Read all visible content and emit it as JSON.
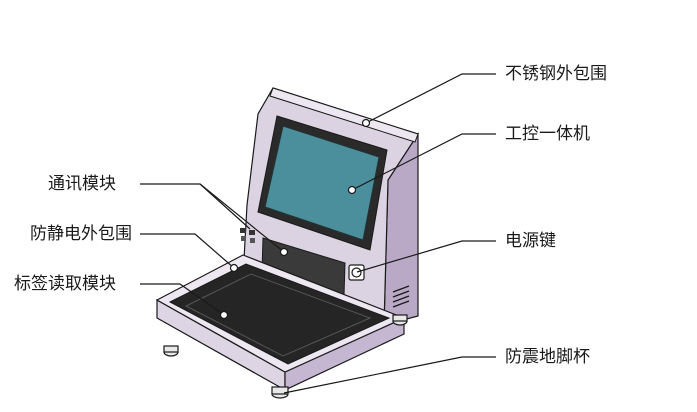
{
  "labels": {
    "stainless_housing": "不锈钢外包围",
    "industrial_pc": "工控一体机",
    "comm_module": "通讯模块",
    "antistatic_housing": "防静电外包围",
    "power_key": "电源键",
    "tag_reader_module": "标签读取模块",
    "anti_vibration_feet": "防震地脚杯"
  },
  "colors": {
    "housing_lilac": "#c9bcd2",
    "housing_side": "#b7a7c3",
    "screen": "#4b8e9c",
    "bezel": "#2a2a2a",
    "pad": "#222222",
    "line": "#1a1a1a"
  }
}
